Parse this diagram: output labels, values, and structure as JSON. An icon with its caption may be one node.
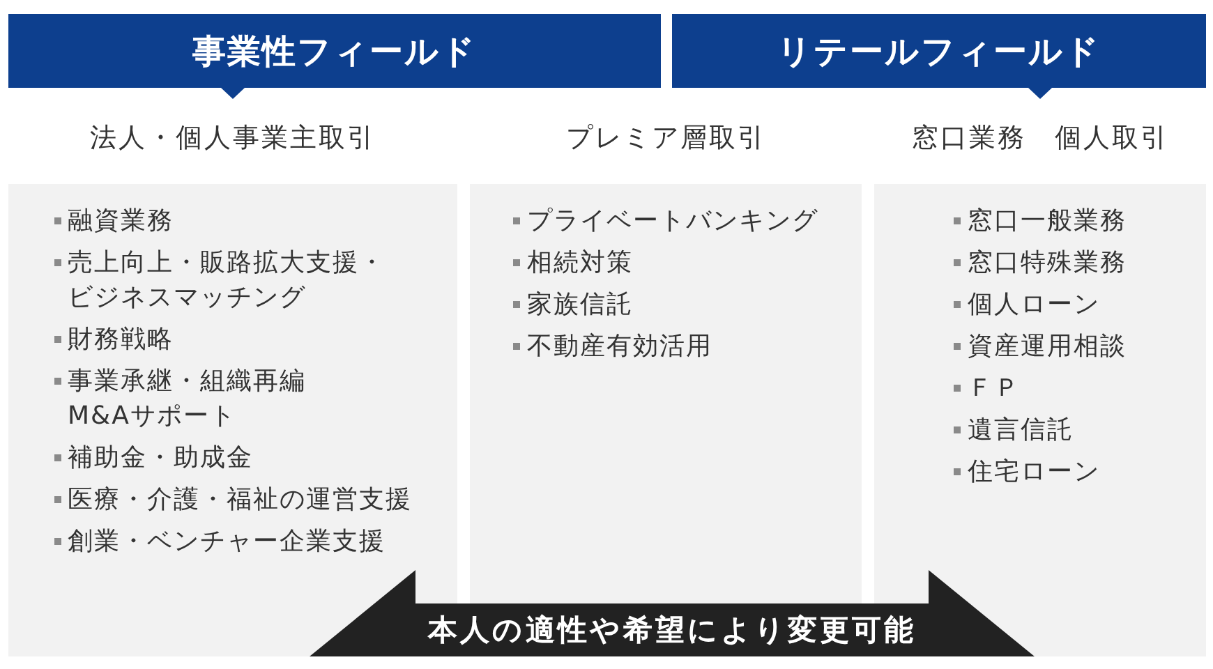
{
  "diagram": {
    "nodes": [
      {
        "text": [
          "事業性フィールド"
        ]
      },
      {
        "text": [
          "リテールフィールド"
        ]
      },
      {
        "text": [
          "法人・個人事業主取引",
          "融資業務",
          "売上向上・販路拡大支援・ビジネスマッチング",
          "財務戦略",
          "事業承継・組織再編M&Aサポート",
          "補助金・助成金",
          "医療・介護・福祉の運営支援",
          "創業・ベンチャー企業支援"
        ]
      },
      {
        "text": [
          "プレミア層取引",
          "プライベートバンキング",
          "相続対策",
          "家族信託",
          "不動産有効活用"
        ]
      },
      {
        "text": [
          "窓口業務　個人取引",
          "窓口一般業務",
          "窓口特殊業務",
          "個人ローン",
          "資産運用相談",
          "ＦＰ",
          "遺言信託",
          "住宅ローン"
        ]
      },
      {
        "text": [
          "本人の適性や希望により変更可能"
        ]
      }
    ]
  }
}
